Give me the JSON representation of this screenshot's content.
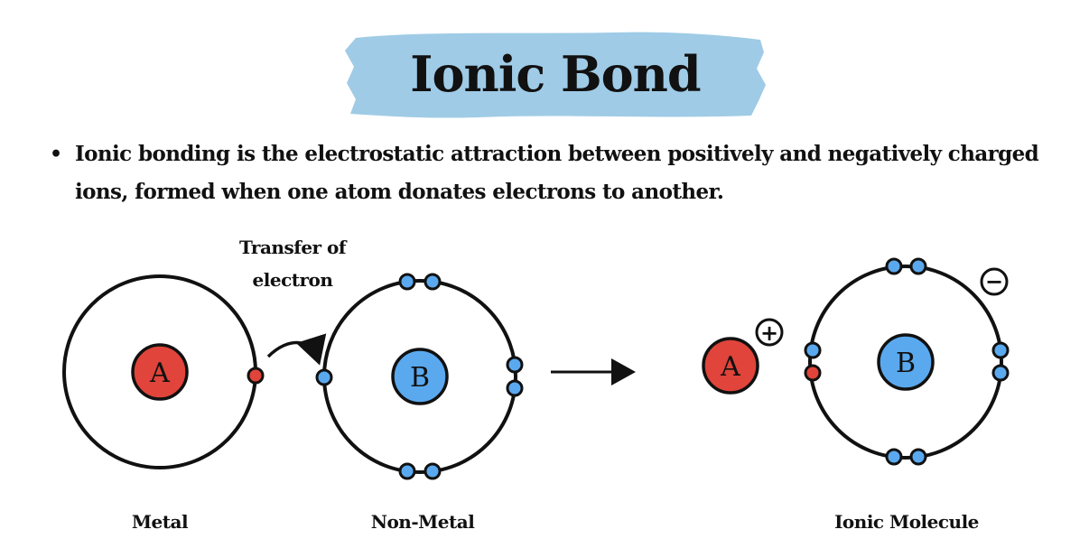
{
  "title": "Ionic Bond",
  "bullet_text": "Ionic bonding is the electrostatic attraction between positively and negatively charged ions, formed when one atom donates electrons to another.",
  "diagram": {
    "transfer_label_line1": "Transfer of",
    "transfer_label_line2": "electron",
    "metal_label": "Metal",
    "nonmetal_label": "Non-Metal",
    "ionic_label": "Ionic Molecule",
    "atom_a": "A",
    "atom_b": "B",
    "positive_sign": "+",
    "negative_sign": "−",
    "colors": {
      "metal_nucleus": "#e0443a",
      "nonmetal_nucleus": "#5aa9ef",
      "electron_blue": "#5aa9ef",
      "electron_red": "#e0443a",
      "title_banner": "#9fcbe6"
    }
  }
}
